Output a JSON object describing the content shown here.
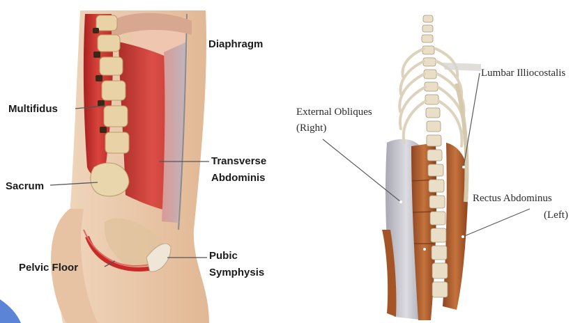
{
  "left_panel": {
    "labels": {
      "diaphragm": "Diaphragm",
      "multifidus": "Multifidus",
      "transverse_line1": "Transverse",
      "transverse_line2": "Abdominis",
      "sacrum": "Sacrum",
      "pubic_line1": "Pubic",
      "pubic_line2": "Symphysis",
      "pelvic_floor": "Pelvic Floor"
    }
  },
  "right_panel": {
    "labels": {
      "lumbar": "Lumbar Illiocostalis",
      "external_line1": "External Obliques",
      "external_line2": "(Right)",
      "rectus_line1": "Rectus Abdominus",
      "rectus_line2": "(Left)"
    }
  },
  "colors": {
    "muscle_red": "#c8322e",
    "bone": "#e6d2a6",
    "skin": "#eac7a8",
    "obliques_grey": "#c9c7cc",
    "rectus_brown": "#b5652f",
    "corner_accent": "#5b84d6"
  }
}
